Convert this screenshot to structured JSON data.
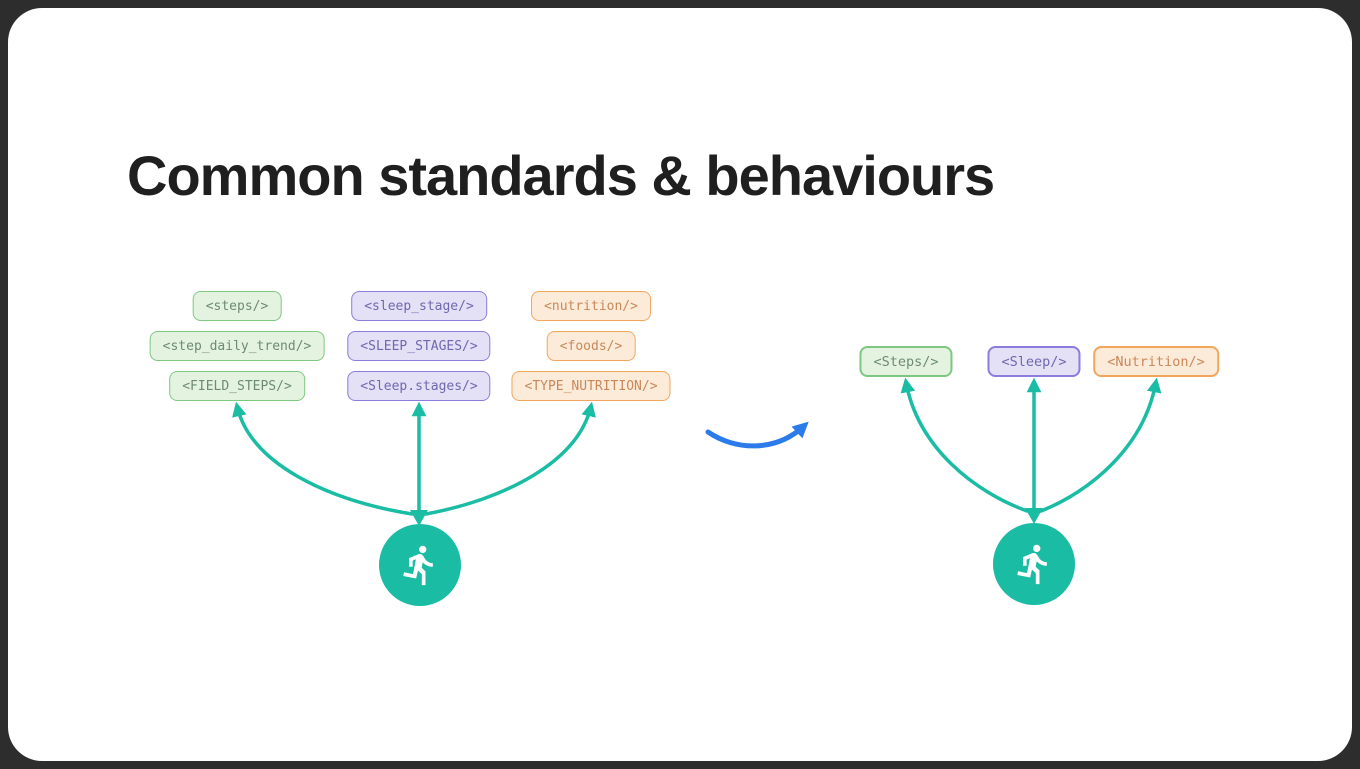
{
  "slide": {
    "title": "Common standards & behaviours"
  },
  "colors": {
    "frame_bg": "#2d2d2d",
    "slide_bg": "#ffffff",
    "title_text": "#1f1f1f",
    "teal": "#1abca4",
    "blue": "#2b7bea",
    "green_fill": "#e4f3e0",
    "green_border": "#7ec781",
    "green_text": "#6d8b70",
    "purple_fill": "#e4e0f6",
    "purple_border": "#8d7cdb",
    "purple_text": "#6f68ae",
    "orange_fill": "#fcebd9",
    "orange_border": "#f2a65c",
    "orange_text": "#c9885a"
  },
  "left_diagram": {
    "steps_tags": [
      "<steps/>",
      "<step_daily_trend/>",
      "<FIELD_STEPS/>"
    ],
    "sleep_tags": [
      "<sleep_stage/>",
      "<SLEEP_STAGES/>",
      "<Sleep.stages/>"
    ],
    "nutrition_tags": [
      "<nutrition/>",
      "<foods/>",
      "<TYPE_NUTRITION/>"
    ],
    "node_icon": "running-person"
  },
  "right_diagram": {
    "steps_tag": "<Steps/>",
    "sleep_tag": "<Sleep/>",
    "nutrition_tag": "<Nutrition/>",
    "node_icon": "running-person"
  },
  "transition": {
    "icon": "blue-curved-arrow"
  }
}
